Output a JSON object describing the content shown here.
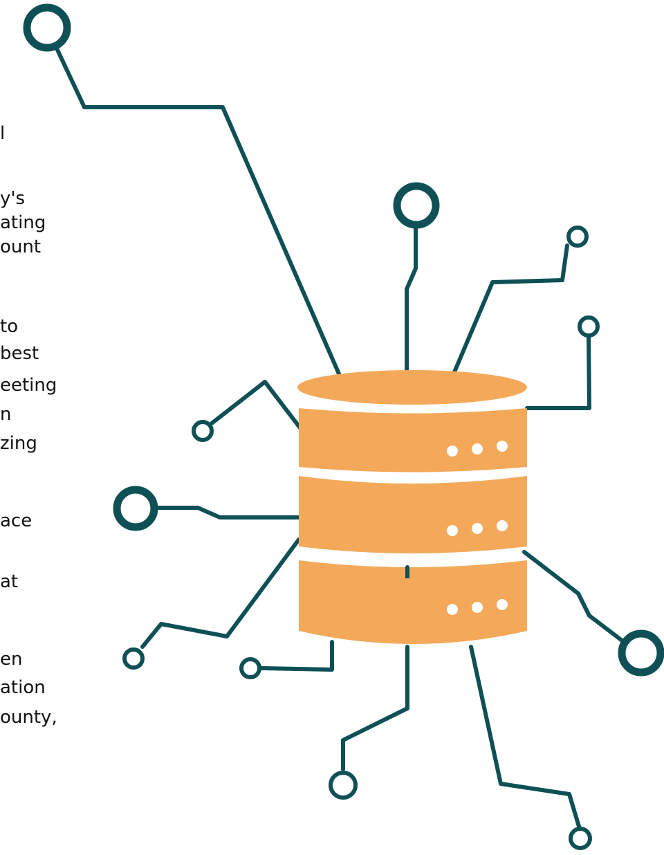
{
  "text_fragments": [
    "l",
    "y's",
    "ating",
    "ount",
    "to",
    "best",
    "eeting",
    "n",
    "zing",
    "ace",
    "at",
    "en",
    "ation",
    "ounty,"
  ],
  "colors": {
    "background": "#ffffff",
    "text": "#111111",
    "line": "#0e5056",
    "cylinder": "#f4a95a",
    "cylinder_dot": "#ffffff"
  },
  "icon": "database-network-icon"
}
